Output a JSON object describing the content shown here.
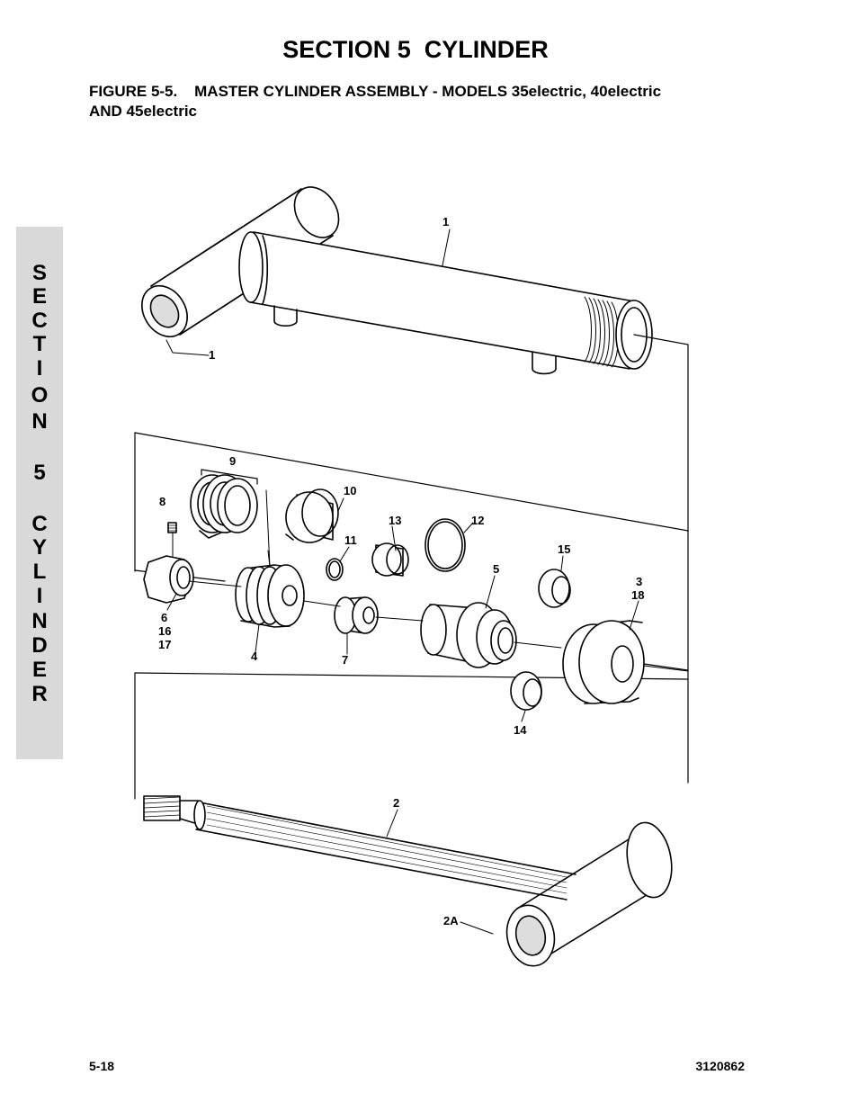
{
  "header": {
    "section_title": "SECTION 5  CYLINDER",
    "figure_title": "FIGURE 5-5.    MASTER CYLINDER ASSEMBLY - MODELS 35electric, 40electric\nAND 45electric"
  },
  "side_tab": {
    "letters": [
      "S",
      "E",
      "C",
      "T",
      "I",
      "O",
      "N",
      "",
      "5",
      "",
      "C",
      "Y",
      "L",
      "I",
      "N",
      "D",
      "E",
      "R"
    ]
  },
  "callouts": {
    "c1_top": "1",
    "c1_left": "1",
    "c9": "9",
    "c10": "10",
    "c8": "8",
    "c13": "13",
    "c12": "12",
    "c11": "11",
    "c15": "15",
    "c5": "5",
    "c3": "3",
    "c18": "18",
    "c6": "6",
    "c16": "16",
    "c17": "17",
    "c4": "4",
    "c7": "7",
    "c14": "14",
    "c2": "2",
    "c2a": "2A"
  },
  "footer": {
    "page_number": "5-18",
    "doc_number": "3120862"
  }
}
